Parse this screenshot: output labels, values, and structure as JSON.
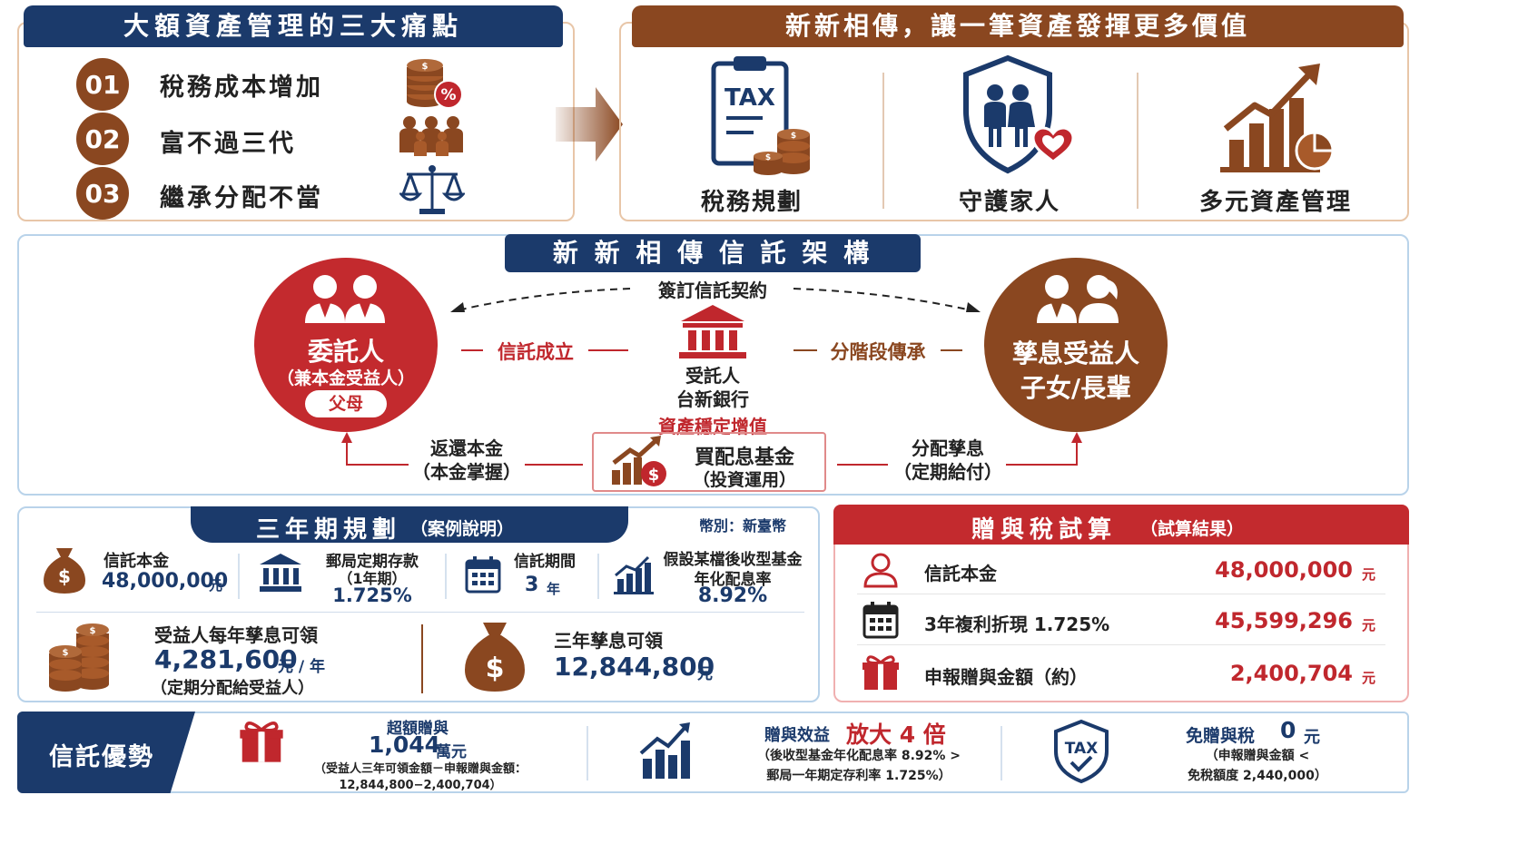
{
  "pain": {
    "title": "大額資產管理的三大痛點",
    "items": [
      {
        "num": "01",
        "label": "稅務成本增加",
        "icon": "coins-percent-icon"
      },
      {
        "num": "02",
        "label": "富不過三代",
        "icon": "family-icon"
      },
      {
        "num": "03",
        "label": "繼承分配不當",
        "icon": "scales-icon"
      }
    ]
  },
  "value": {
    "title": "新新相傳，讓一筆資產發揮更多價值",
    "items": [
      {
        "label": "稅務規劃",
        "icon": "tax-clipboard-icon"
      },
      {
        "label": "守護家人",
        "icon": "family-shield-icon"
      },
      {
        "label": "多元資產管理",
        "icon": "growth-chart-icon"
      }
    ],
    "tax_text": "TAX"
  },
  "structure": {
    "title": "新 新 相 傳 信 託 架 構",
    "contract": "簽訂信託契約",
    "settlor": {
      "name": "委託人",
      "sub": "（兼本金受益人）",
      "tag": "父母"
    },
    "trustee": {
      "label": "受託人",
      "bank": "台新銀行"
    },
    "beneficiary": {
      "line1": "孳息受益人",
      "line2": "子女/長輩"
    },
    "left_link": "信託成立",
    "right_link": "分階段傳承",
    "fund_caption": "資產穩定增值",
    "fund_title": "買配息基金",
    "fund_sub": "（投資運用）",
    "return_line1": "返還本金",
    "return_line2": "（本金掌握）",
    "dist_line1": "分配孳息",
    "dist_line2": "（定期給付）"
  },
  "plan": {
    "title": "三年期規劃",
    "subtitle": "（案例說明）",
    "currency": "幣別：新臺幣",
    "principal_label": "信託本金",
    "principal_value": "48,000,000",
    "principal_unit": "元",
    "deposit_label": "郵局定期存款",
    "deposit_sub": "（1年期）",
    "deposit_rate": "1.725%",
    "period_label": "信託期間",
    "period_value": "3",
    "period_unit": "年",
    "fund_label": "假設某檔後收型基金",
    "fund_label2": "年化配息率",
    "fund_rate": "8.92%",
    "annual_label": "受益人每年孳息可領",
    "annual_value": "4,281,600",
    "annual_unit": "元 / 年",
    "annual_sub": "（定期分配給受益人）",
    "total_label": "三年孳息可領",
    "total_value": "12,844,800",
    "total_unit": "元"
  },
  "gift": {
    "title": "贈與稅試算",
    "subtitle": "（試算結果）",
    "rows": [
      {
        "label": "信託本金",
        "value": "48,000,000",
        "unit": "元",
        "icon": "person-icon"
      },
      {
        "label": "3年複利折現 1.725%",
        "value": "45,599,296",
        "unit": "元",
        "icon": "calendar-icon"
      },
      {
        "label": "申報贈與金額（約）",
        "value": "2,400,704",
        "unit": "元",
        "icon": "gift-icon"
      }
    ]
  },
  "adv": {
    "title": "信託優勢",
    "a1_top": "超額贈與",
    "a1_value": "1,044",
    "a1_unit": "萬元",
    "a1_note1": "（受益人三年可領金額－申報贈與金額：",
    "a1_note2": "12,844,800−2,400,704）",
    "a2_label": "贈與效益",
    "a2_value": "放大 4 倍",
    "a2_note1": "（後收型基金年化配息率 8.92% >",
    "a2_note2": "郵局一年期定存利率 1.725%）",
    "a3_label": "免贈與稅",
    "a3_value": "0",
    "a3_unit": "元",
    "a3_note1": "（申報贈與金額 <",
    "a3_note2": "免稅額度 2,440,000）",
    "tax_text": "TAX"
  },
  "colors": {
    "navy": "#1b3a6b",
    "brown": "#8a4720",
    "red": "#c0272d"
  }
}
